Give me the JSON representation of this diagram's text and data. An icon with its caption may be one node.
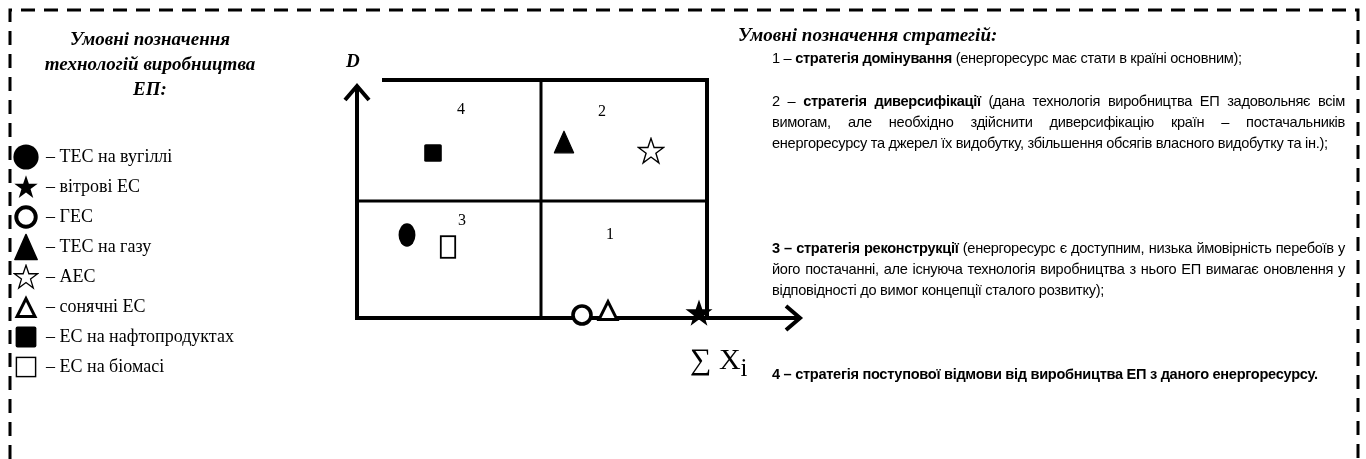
{
  "diagram": {
    "labels": [
      "Умовні позначення технологій виробництва ЕП:",
      "D",
      "4",
      "2",
      "3",
      "1",
      "∑ X$_{i}$",
      "Умовні позначення стратегій:",
      "1 – **стратегія домінування** (енергоресурс має стати в країні основним);",
      "2 – **стратегія диверсифікації** (дана технологія виробництва ЕП задовольняє всім вимогам, але необхідно здійснити диверсифікацію країн – постачальників енергоресурсу та джерел їх видобутку, збільшення обсягів власного видобутку та ін.);",
      "**3 – стратегія реконструкції** (енергоресурс є доступним, низька ймовірність перебоїв у його постачанні, але існуюча технологія виробництва з нього ЕП вимагає оновлення у відповідності до вимог концепції сталого розвитку);",
      "4 – стратегія поступової відмови від виробництва ЕП з даного енергоресурсу."
    ],
    "legend": [
      {
        "text": "– ТЕС на вугіллі"
      },
      {
        "text": "– вітрові ЕС"
      },
      {
        "text": "– ГЕС"
      },
      {
        "text": "– ТЕС на газу"
      },
      {
        "text": "– АЕС"
      },
      {
        "text": "– сонячні ЕС"
      },
      {
        "text": "– ЕС на нафтопродуктах"
      },
      {
        "text": "– ЕС на біомасі"
      }
    ]
  }
}
